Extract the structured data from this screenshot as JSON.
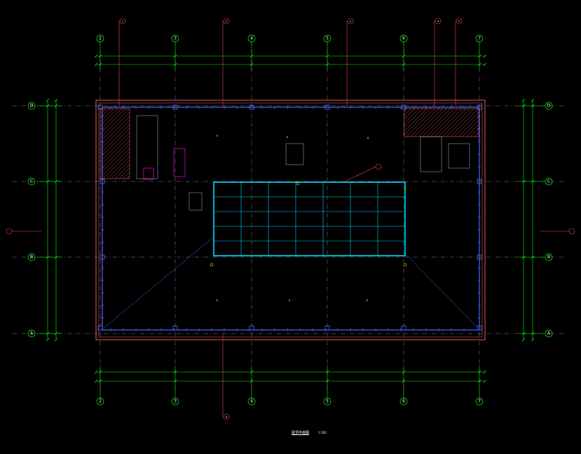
{
  "colors": {
    "background": "#000000",
    "grid_axis": "#00ff00",
    "dimension": "#00ff00",
    "wall": "#ff6666",
    "axis_bubble": "#ff4444",
    "structure": "#4d66ff",
    "opening": "#00ddff",
    "dashed_grid": "#aaaaaa",
    "hatch": "#ff6666",
    "text": "#ffffff",
    "magenta": "#ff00ff",
    "yellow": "#ffff00"
  },
  "axes": {
    "vertical": [
      "2",
      "3",
      "4",
      "5",
      "6",
      "7"
    ],
    "horizontal": [
      "D",
      "C",
      "B",
      "A"
    ]
  },
  "section_markers": [
    "1",
    "2",
    "3",
    "4",
    "5",
    "6"
  ],
  "room_labels": [
    "E",
    "E",
    "6",
    "E",
    "E",
    "E"
  ],
  "drawing_title": "屋顶平面图",
  "drawing_scale": "1:100"
}
